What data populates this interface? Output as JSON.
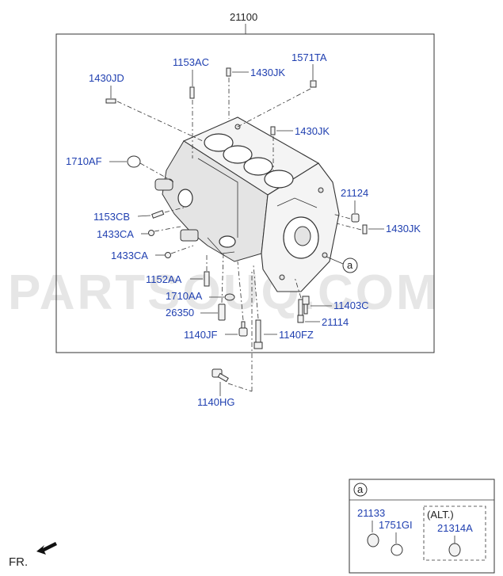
{
  "watermark": "PARTSOUQ.COM",
  "main_part": "21100",
  "labels": {
    "p1430JD": "1430JD",
    "p1153AC": "1153AC",
    "p1430JK_top": "1430JK",
    "p1571TA": "1571TA",
    "p1430JK_mid": "1430JK",
    "p1710AF": "1710AF",
    "p21124": "21124",
    "p1153CB": "1153CB",
    "p1430JK_right": "1430JK",
    "p1433CA_1": "1433CA",
    "p1433CA_2": "1433CA",
    "ref_a": "a",
    "p1152AA": "1152AA",
    "p1710AA": "1710AA",
    "p11403C": "11403C",
    "p26350": "26350",
    "p21114": "21114",
    "p1140JF": "1140JF",
    "p1140FZ": "1140FZ",
    "p1140HG": "1140HG"
  },
  "detail_box": {
    "ref": "a",
    "p21133": "21133",
    "p1751GI": "1751GI",
    "alt_label": "(ALT.)",
    "p21314A": "21314A"
  },
  "front_label": "FR."
}
